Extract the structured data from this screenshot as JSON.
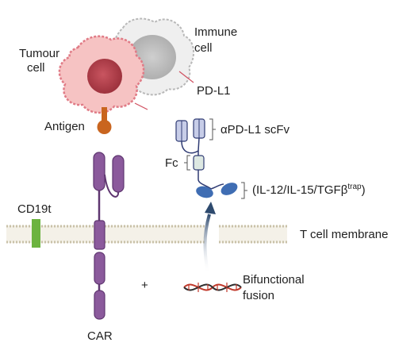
{
  "labels": {
    "tumour_cell_line1": "Tumour",
    "tumour_cell_line2": "cell",
    "immune_cell_line1": "Immune",
    "immune_cell_line2": "cell",
    "pdl1": "PD-L1",
    "antigen": "Antigen",
    "scfv": "αPD-L1 scFv",
    "fc": "Fc",
    "cytokine_prefix": "(IL-12/IL-15/TGFβ",
    "cytokine_sup": "trap",
    "cytokine_suffix": ")",
    "cd19t": "CD19t",
    "membrane": "T cell membrane",
    "plus": "+",
    "bifunctional_line1": "Bifunctional",
    "bifunctional_line2": "fusion",
    "car": "CAR"
  },
  "colors": {
    "car_purple": "#8b5a9c",
    "car_outline": "#5f3670",
    "cd19t_green": "#6cb33f",
    "scfv_fill": "#c7cde8",
    "scfv_outline": "#2f3b73",
    "fc_fill": "#dde8e2",
    "cytokine_blue": "#3f6db3",
    "antigen_orange": "#c9651f",
    "tumour_pink": "#efa3a3",
    "tumour_nucleus": "#b8424f",
    "immune_grey": "#d9d9d9",
    "dna_red": "#c0392b",
    "arrow_blue": "#2e4a6e"
  }
}
